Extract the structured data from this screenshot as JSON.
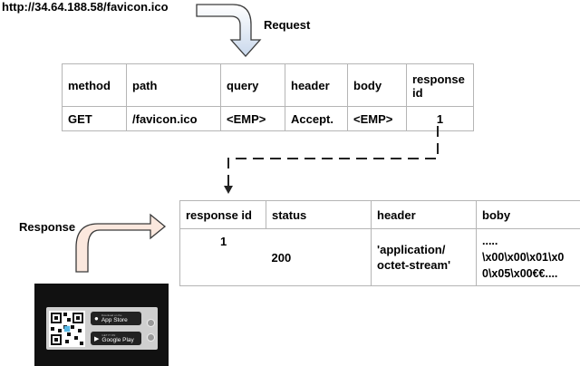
{
  "request": {
    "url": "http://34.64.188.58/favicon.ico",
    "label": "Request"
  },
  "request_table": {
    "headers": [
      "method",
      "path",
      "query",
      "header",
      "body",
      "response id"
    ],
    "row": [
      "GET",
      "/favicon.ico",
      "<EMP>",
      "Accept.",
      "<EMP>",
      "1"
    ]
  },
  "response": {
    "label": "Response"
  },
  "response_table": {
    "headers": [
      "response id",
      "status",
      "header",
      "boby"
    ],
    "row": {
      "response_id": "1",
      "status": "200",
      "header_line1": "'application/",
      "header_line2": "octet-stream'",
      "body_line1": ".....",
      "body_line2": "\\x00\\x00\\x01\\x0",
      "body_line3": "0\\x05\\x00€€...."
    }
  },
  "app_badges": {
    "app_store_small": "Download on the",
    "app_store": "App Store",
    "google_play_small": "GET IT ON",
    "google_play": "Google Play"
  },
  "colors": {
    "arrow_fill_top": "#ffffff",
    "arrow_fill_bottom": "#c9d8ec",
    "arrow_stroke": "#3a3a3a",
    "response_arrow_fill": "#fbe8de",
    "grid_border": "#b5b5b5"
  }
}
